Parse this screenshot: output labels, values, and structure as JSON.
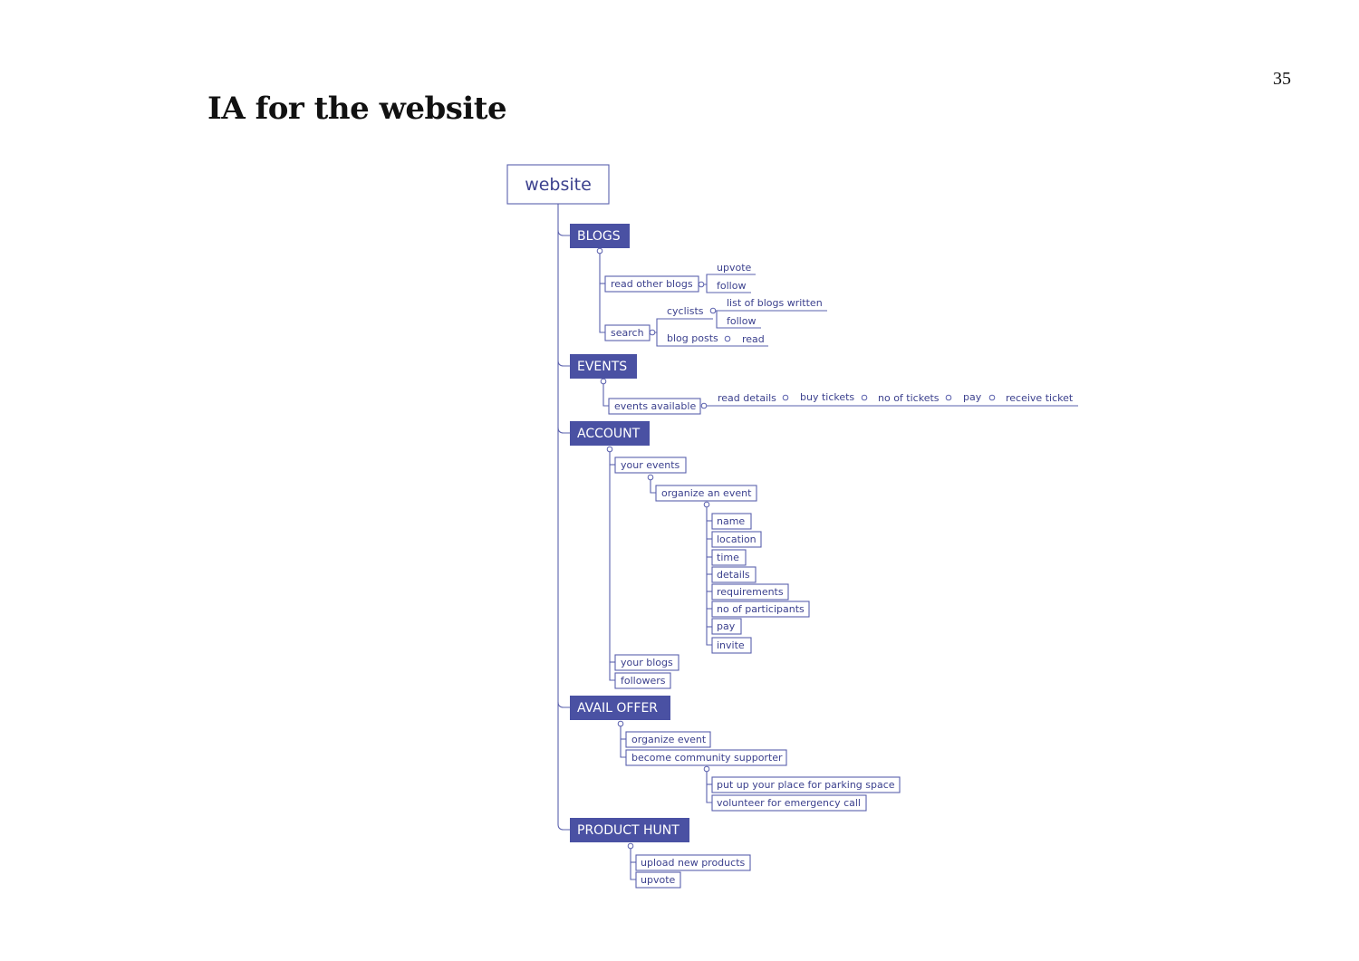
{
  "page": {
    "number": "35",
    "title": "IA for the website"
  },
  "diagram": {
    "root": "website",
    "blogs": {
      "label": "BLOGS",
      "read_other_blogs": "read other blogs",
      "upvote": "upvote",
      "follow": "follow",
      "search": "search",
      "cyclists": "cyclists",
      "list_of_blogs_written": "list of blogs written",
      "follow2": "follow",
      "blog_posts": "blog posts",
      "read": "read"
    },
    "events": {
      "label": "EVENTS",
      "events_available": "events available",
      "read_details": "read details",
      "buy_tickets": "buy tickets",
      "no_of_tickets": "no of tickets",
      "pay": "pay",
      "receive_ticket": "receive ticket"
    },
    "account": {
      "label": "ACCOUNT",
      "your_events": "your events",
      "organize_an_event": "organize an event",
      "name": "name",
      "location": "location",
      "time": "time",
      "details": "details",
      "requirements": "requirements",
      "no_of_participants": "no of participants",
      "pay": "pay",
      "invite": "invite",
      "your_blogs": "your blogs",
      "followers": "followers"
    },
    "avail_offer": {
      "label": "AVAIL OFFER",
      "organize_event": "organize event",
      "become_community_supporter": "become community supporter",
      "put_up_parking": "put up your place for parking space",
      "volunteer_emergency": "volunteer for emergency call"
    },
    "product_hunt": {
      "label": "PRODUCT HUNT",
      "upload_new_products": "upload new products",
      "upvote": "upvote"
    }
  }
}
